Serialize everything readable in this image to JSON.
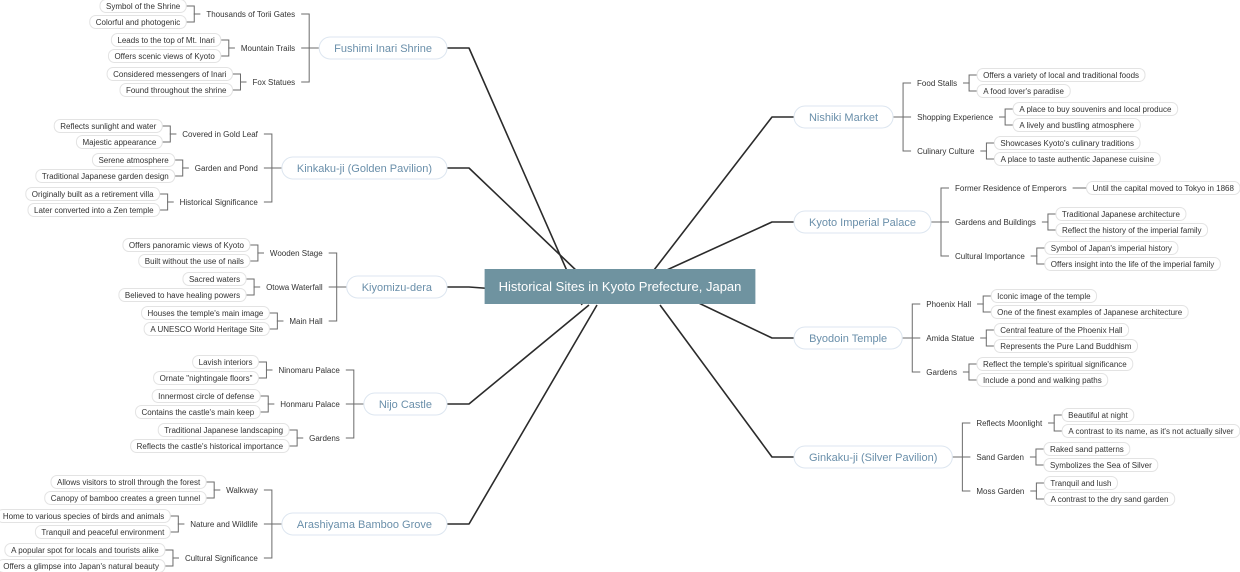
{
  "title": "Historical Sites in Kyoto Prefecture, Japan",
  "colors": {
    "center_fill": "#6f93a0",
    "center_text": "#ffffff",
    "topic_text": "#6a8faa",
    "topic_border": "#dde6f0",
    "line_main": "#2b2b2b",
    "line_minor": "#6b6b6b",
    "text": "#333333",
    "box_border": "#e3e3e3"
  },
  "left": [
    {
      "label": "Fushimi Inari Shrine",
      "children": [
        {
          "label": "Thousands of Torii Gates",
          "children": [
            "Symbol of the Shrine",
            "Colorful and photogenic"
          ]
        },
        {
          "label": "Mountain Trails",
          "children": [
            "Leads to the top of Mt. Inari",
            "Offers scenic views of Kyoto"
          ]
        },
        {
          "label": "Fox Statues",
          "children": [
            "Considered messengers of Inari",
            "Found throughout the shrine"
          ]
        }
      ]
    },
    {
      "label": "Kinkaku-ji (Golden Pavilion)",
      "children": [
        {
          "label": "Covered in Gold Leaf",
          "children": [
            "Reflects sunlight and water",
            "Majestic appearance"
          ]
        },
        {
          "label": "Garden and Pond",
          "children": [
            "Serene atmosphere",
            "Traditional Japanese garden design"
          ]
        },
        {
          "label": "Historical Significance",
          "children": [
            "Originally built as a retirement villa",
            "Later converted into a Zen temple"
          ]
        }
      ]
    },
    {
      "label": "Kiyomizu-dera",
      "children": [
        {
          "label": "Wooden Stage",
          "children": [
            "Offers panoramic views of Kyoto",
            "Built without the use of nails"
          ]
        },
        {
          "label": "Otowa Waterfall",
          "children": [
            "Sacred waters",
            "Believed to have healing powers"
          ]
        },
        {
          "label": "Main Hall",
          "children": [
            "Houses the temple's main image",
            "A UNESCO World Heritage Site"
          ]
        }
      ]
    },
    {
      "label": "Nijo Castle",
      "children": [
        {
          "label": "Ninomaru Palace",
          "children": [
            "Lavish interiors",
            "Ornate \"nightingale floors\""
          ]
        },
        {
          "label": "Honmaru Palace",
          "children": [
            "Innermost circle of defense",
            "Contains the castle's main keep"
          ]
        },
        {
          "label": "Gardens",
          "children": [
            "Traditional Japanese landscaping",
            "Reflects the castle's historical importance"
          ]
        }
      ]
    },
    {
      "label": "Arashiyama Bamboo Grove",
      "children": [
        {
          "label": "Walkway",
          "children": [
            "Allows visitors to stroll through the forest",
            "Canopy of bamboo creates a green tunnel"
          ]
        },
        {
          "label": "Nature and Wildlife",
          "children": [
            "Home to various species of birds and animals",
            "Tranquil and peaceful environment"
          ]
        },
        {
          "label": "Cultural Significance",
          "children": [
            "A popular spot for locals and tourists alike",
            "Offers a glimpse into Japan's natural beauty"
          ]
        }
      ]
    }
  ],
  "right": [
    {
      "label": "Nishiki Market",
      "children": [
        {
          "label": "Food Stalls",
          "children": [
            "Offers a variety of local and traditional foods",
            "A food lover's paradise"
          ]
        },
        {
          "label": "Shopping Experience",
          "children": [
            "A place to buy souvenirs and local produce",
            "A lively and bustling atmosphere"
          ]
        },
        {
          "label": "Culinary Culture",
          "children": [
            "Showcases Kyoto's culinary traditions",
            "A place to taste authentic Japanese cuisine"
          ]
        }
      ]
    },
    {
      "label": "Kyoto Imperial Palace",
      "children": [
        {
          "label": "Former Residence of Emperors",
          "children": [
            "Until the capital moved to Tokyo in 1868"
          ]
        },
        {
          "label": "Gardens and Buildings",
          "children": [
            "Traditional Japanese architecture",
            "Reflect the history of the imperial family"
          ]
        },
        {
          "label": "Cultural Importance",
          "children": [
            "Symbol of Japan's imperial history",
            "Offers insight into the life of the imperial family"
          ]
        }
      ]
    },
    {
      "label": "Byodoin Temple",
      "children": [
        {
          "label": "Phoenix Hall",
          "children": [
            "Iconic image of the temple",
            "One of the finest examples of Japanese architecture"
          ]
        },
        {
          "label": "Amida Statue",
          "children": [
            "Central feature of the Phoenix Hall",
            "Represents the Pure Land Buddhism"
          ]
        },
        {
          "label": "Gardens",
          "children": [
            "Reflect the temple's spiritual significance",
            "Include a pond and walking paths"
          ]
        }
      ]
    },
    {
      "label": "Ginkaku-ji (Silver Pavilion)",
      "children": [
        {
          "label": "Reflects Moonlight",
          "children": [
            "Beautiful at night",
            "A contrast to its name, as it's not actually silver"
          ]
        },
        {
          "label": "Sand Garden",
          "children": [
            "Raked sand patterns",
            "Symbolizes the Sea of Silver"
          ]
        },
        {
          "label": "Moss Garden",
          "children": [
            "Tranquil and lush",
            "A contrast to the dry sand garden"
          ]
        }
      ]
    }
  ]
}
